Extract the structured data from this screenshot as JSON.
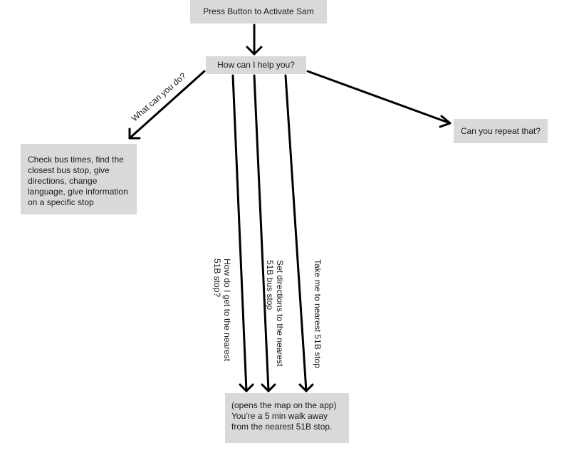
{
  "nodes": {
    "activate": "Press Button to Activate Sam",
    "help": "How can I help you?",
    "repeat": "Can you repeat that?",
    "capabilities": "Check bus times, find the\nclosest bus stop, give\ndirections, change\nlanguage, give information\non a specific stop",
    "result": "(opens the map on the app)\nYou’re a 5 min walk away\nfrom the nearest 51B stop."
  },
  "edges": {
    "what_can_you_do": "What can you do?",
    "how_do_i_get_line1": "How do I get to the nearest",
    "how_do_i_get_line2": "51B stop?",
    "set_directions_line1": "Set directions to the nearest",
    "set_directions_line2": "51B bus stop",
    "take_me": "Take me to nearest 51B stop"
  },
  "colors": {
    "node_fill": "#d9d9d9",
    "line": "#000000",
    "text": "#1a1a1a"
  }
}
